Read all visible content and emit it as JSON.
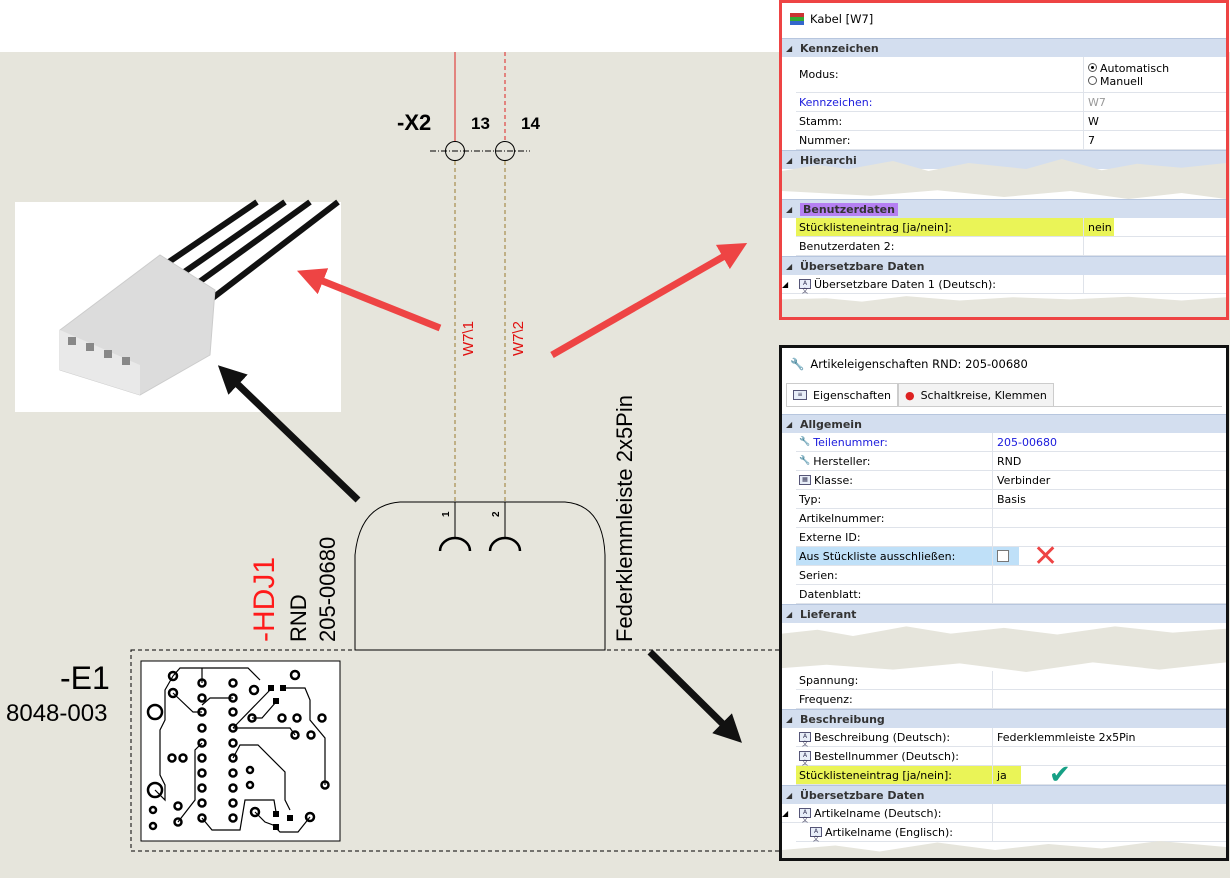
{
  "schematic": {
    "terminal_ref": "-X2",
    "terminal_pins": [
      "13",
      "14"
    ],
    "wire_labels": [
      "W7\\1",
      "W7\\2"
    ],
    "connector_pins": [
      "1",
      "2"
    ],
    "connector_ref": "-HDJ1",
    "connector_manufacturer": "RND",
    "connector_part": "205-00680",
    "connector_description": "Federklemmleiste 2x5Pin",
    "board_ref": "-E1",
    "board_part": "8048-003"
  },
  "cable_panel": {
    "title": "Kabel [W7]",
    "groups": {
      "kennzeichen": "Kennzeichen",
      "hierarchie": "Hierarchi",
      "benutzerdaten": "Benutzerdaten",
      "uebersetzbar": "Übersetzbare Daten"
    },
    "modus_label": "Modus:",
    "modus_options": [
      "Automatisch",
      "Manuell"
    ],
    "modus_selected": "Automatisch",
    "rows": {
      "kennzeichen": {
        "label": "Kennzeichen:",
        "value": "W7"
      },
      "stamm": {
        "label": "Stamm:",
        "value": "W"
      },
      "nummer": {
        "label": "Nummer:",
        "value": "7"
      },
      "stueckliste": {
        "label": "Stücklisteneintrag [ja/nein]:",
        "value": "nein"
      },
      "benutzerdaten2": {
        "label": "Benutzerdaten 2:",
        "value": ""
      },
      "uebersetzbar1": {
        "label": "Übersetzbare Daten 1 (Deutsch):",
        "value": ""
      }
    }
  },
  "article_panel": {
    "title": "Artikeleigenschaften RND: 205-00680",
    "tabs": [
      "Eigenschaften",
      "Schaltkreise, Klemmen"
    ],
    "groups": {
      "allgemein": "Allgemein",
      "lieferant": "Lieferant",
      "beschreibung": "Beschreibung",
      "uebersetzbar": "Übersetzbare Daten"
    },
    "rows": {
      "teilenummer": {
        "label": "Teilenummer:",
        "value": "205-00680"
      },
      "hersteller": {
        "label": "Hersteller:",
        "value": "RND"
      },
      "klasse": {
        "label": "Klasse:",
        "value": "Verbinder"
      },
      "typ": {
        "label": "Typ:",
        "value": "Basis"
      },
      "artikelnummer": {
        "label": "Artikelnummer:",
        "value": ""
      },
      "externe_id": {
        "label": "Externe ID:",
        "value": ""
      },
      "ausschliessen": {
        "label": "Aus Stückliste ausschließen:",
        "checked": false
      },
      "serien": {
        "label": "Serien:",
        "value": ""
      },
      "datenblatt": {
        "label": "Datenblatt:",
        "value": ""
      },
      "spannung": {
        "label": "Spannung:",
        "value": ""
      },
      "frequenz": {
        "label": "Frequenz:",
        "value": ""
      },
      "beschreibung_de": {
        "label": "Beschreibung (Deutsch):",
        "value": "Federklemmleiste 2x5Pin"
      },
      "bestellnummer_de": {
        "label": "Bestellnummer (Deutsch):",
        "value": ""
      },
      "stueckliste": {
        "label": "Stücklisteneintrag [ja/nein]:",
        "value": "ja"
      },
      "artikelname_de": {
        "label": "Artikelname (Deutsch):",
        "value": ""
      },
      "artikelname_en": {
        "label": "Artikelname (Englisch):",
        "value": ""
      }
    }
  },
  "colors": {
    "highlight": "#eaf457",
    "red": "#ee4444",
    "accent_purple": "#b580f2",
    "check": "#16a085"
  }
}
